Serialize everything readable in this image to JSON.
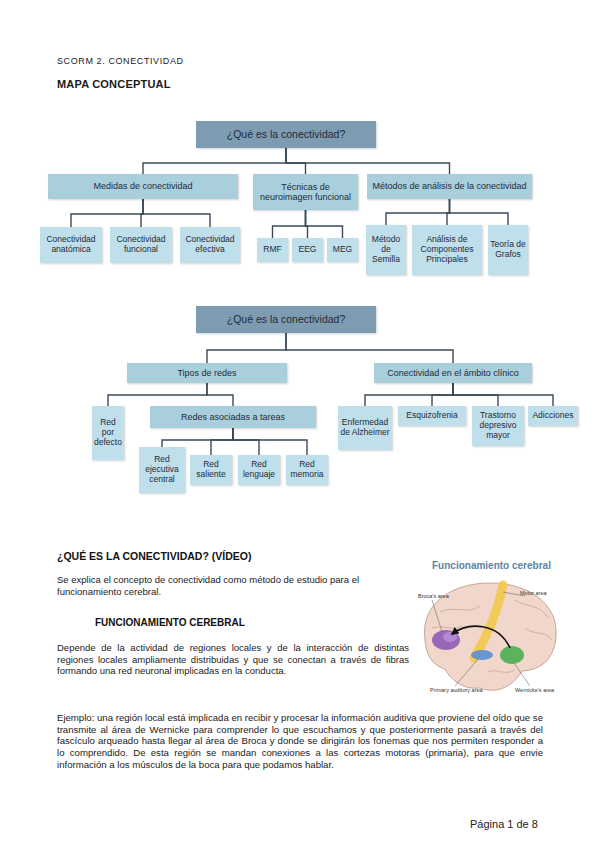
{
  "diagram": {
    "title": "MAPA CONCEPTUAL",
    "nodes": [
      {
        "text": [
          "¿Qué es la conectividad?"
        ]
      },
      {
        "text": [
          "Medidas de conectividad"
        ]
      },
      {
        "text": [
          "Técnicas de neuroimagen funcional"
        ]
      },
      {
        "text": [
          "Métodos de análisis de la conectividad"
        ]
      },
      {
        "text": [
          "Conectividad anatómica"
        ]
      },
      {
        "text": [
          "Conectividad funcional"
        ]
      },
      {
        "text": [
          "Conectividad efectiva"
        ]
      },
      {
        "text": [
          "RMF"
        ]
      },
      {
        "text": [
          "EEG"
        ]
      },
      {
        "text": [
          "MEG"
        ]
      },
      {
        "text": [
          "Método de Semilla"
        ]
      },
      {
        "text": [
          "Análisis de Componentes Principales"
        ]
      },
      {
        "text": [
          "Teoría de Grafos"
        ]
      },
      {
        "text": [
          "¿Qué es la conectividad?"
        ]
      },
      {
        "text": [
          "Tipos de redes"
        ]
      },
      {
        "text": [
          "Conectividad en el ámbito clínico"
        ]
      },
      {
        "text": [
          "Red por defecto"
        ]
      },
      {
        "text": [
          "Redes asociadas a tareas"
        ]
      },
      {
        "text": [
          "Red ejecutiva central"
        ]
      },
      {
        "text": [
          "Red saliente"
        ]
      },
      {
        "text": [
          "Red lenguaje"
        ]
      },
      {
        "text": [
          "Red memoria"
        ]
      },
      {
        "text": [
          "Enfermedad de Alzheimer"
        ]
      },
      {
        "text": [
          "Esquizofrenia"
        ]
      },
      {
        "text": [
          "Trastorno depresivo mayor"
        ]
      },
      {
        "text": [
          "Adicciones"
        ]
      }
    ],
    "edges": [
      {
        "from": 0,
        "to": 1,
        "arrow": "none"
      },
      {
        "from": 0,
        "to": 2,
        "arrow": "none"
      },
      {
        "from": 0,
        "to": 3,
        "arrow": "none"
      },
      {
        "from": 1,
        "to": 4,
        "arrow": "none"
      },
      {
        "from": 1,
        "to": 5,
        "arrow": "none"
      },
      {
        "from": 1,
        "to": 6,
        "arrow": "none"
      },
      {
        "from": 2,
        "to": 7,
        "arrow": "none"
      },
      {
        "from": 2,
        "to": 8,
        "arrow": "none"
      },
      {
        "from": 2,
        "to": 9,
        "arrow": "none"
      },
      {
        "from": 3,
        "to": 10,
        "arrow": "none"
      },
      {
        "from": 3,
        "to": 11,
        "arrow": "none"
      },
      {
        "from": 3,
        "to": 12,
        "arrow": "none"
      },
      {
        "from": 13,
        "to": 14,
        "arrow": "none"
      },
      {
        "from": 13,
        "to": 15,
        "arrow": "none"
      },
      {
        "from": 14,
        "to": 16,
        "arrow": "none"
      },
      {
        "from": 14,
        "to": 17,
        "arrow": "none"
      },
      {
        "from": 17,
        "to": 18,
        "arrow": "none"
      },
      {
        "from": 17,
        "to": 19,
        "arrow": "none"
      },
      {
        "from": 17,
        "to": 20,
        "arrow": "none"
      },
      {
        "from": 17,
        "to": 21,
        "arrow": "none"
      },
      {
        "from": 15,
        "to": 22,
        "arrow": "none"
      },
      {
        "from": 15,
        "to": 23,
        "arrow": "none"
      },
      {
        "from": 15,
        "to": 24,
        "arrow": "none"
      },
      {
        "from": 15,
        "to": 25,
        "arrow": "none"
      }
    ],
    "labels": [
      "SCORM 2. CONECTIVIDAD",
      "¿QUÉ ES LA CONECTIVIDAD? (VÍDEO)",
      "Se explica el concepto de conectividad como método de estudio para el funcionamiento cerebral.",
      "FUNCIONAMIENTO CEREBRAL",
      "Depende de la actividad de regiones locales y de la interacción de distintas regiones locales ampliamente distribuidas y que se conectan a través de fibras formando una red neuronal implicadas en la conducta.",
      "Ejemplo: una región local está implicada en recibir y procesar la información auditiva que proviene del oído que se transmite al área de Wernicke para comprender lo que escuchamos y que posteriormente pasará a través del fascículo arqueado hasta llegar al área de Broca y donde se dirigirán los fonemas que nos permiten responder a lo comprendido. De esta región se mandan conexiones a las cortezas motoras (primaria), para que envie información a los músculos de la boca para que podamos hablar.",
      "Funcionamiento cerebral",
      "Broca's area",
      "Motor area",
      "Primary auditory area",
      "Wernicke's area",
      "Página 1 de 8"
    ]
  }
}
